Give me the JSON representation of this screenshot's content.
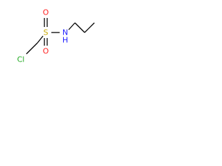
{
  "molecule": {
    "atoms": {
      "chlorine": {
        "label": "Cl",
        "color": "#22aa22"
      },
      "oxygen_top": {
        "label": "O",
        "color": "#ff2020"
      },
      "oxygen_bottom": {
        "label": "O",
        "color": "#ff2020"
      },
      "sulfur": {
        "label": "S",
        "color": "#c8a800"
      },
      "nitrogen": {
        "label": "N",
        "color": "#2020ff"
      },
      "hydrogen": {
        "label": "H",
        "color": "#2020ff"
      }
    },
    "bond_color": "#000000"
  }
}
